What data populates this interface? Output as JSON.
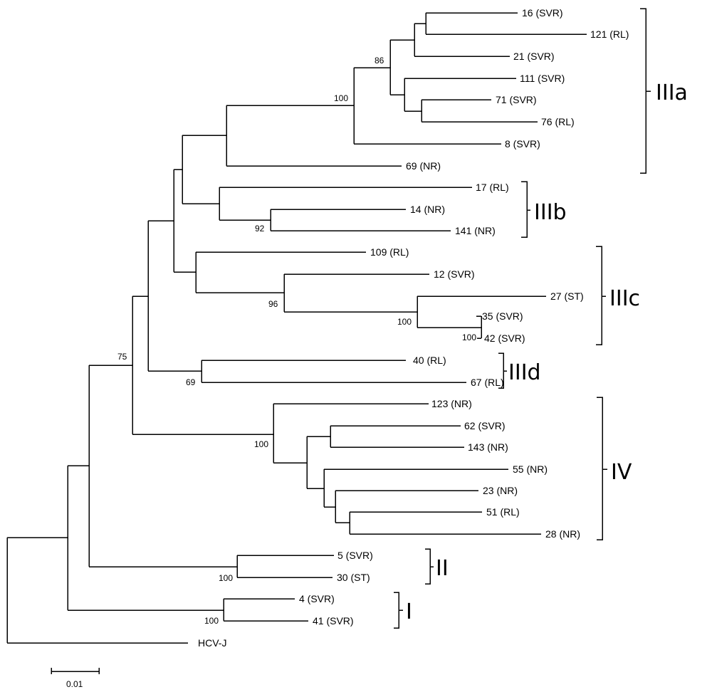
{
  "leaves": {
    "l16": "16 (SVR)",
    "l121": "121 (RL)",
    "l21": "21 (SVR)",
    "l111": "111 (SVR)",
    "l71": "71 (SVR)",
    "l76": "76 (RL)",
    "l8": "8 (SVR)",
    "l69": "69 (NR)",
    "l17": "17 (RL)",
    "l14": "14 (NR)",
    "l141": "141 (NR)",
    "l109": "109 (RL)",
    "l12": "12 (SVR)",
    "l27": "27 (ST)",
    "l35": "35 (SVR)",
    "l42": "42 (SVR)",
    "l40": "40 (RL)",
    "l67": "67 (RL)",
    "l123": "123 (NR)",
    "l62": "62 (SVR)",
    "l143": "143 (NR)",
    "l55": "55 (NR)",
    "l23": "23 (NR)",
    "l51": "51 (RL)",
    "l28": "28 (NR)",
    "l5": "5 (SVR)",
    "l30": "30 (ST)",
    "l4": "4 (SVR)",
    "l41": "41 (SVR)",
    "hcvj": "HCV-J"
  },
  "bootstrap": {
    "b86": "86",
    "b100_IIIa": "100",
    "b92": "92",
    "b96": "96",
    "b100_27": "100",
    "b100_35": "100",
    "b75": "75",
    "b69": "69",
    "b100_IV": "100",
    "b100_II": "100",
    "b100_I": "100"
  },
  "clades": {
    "IIIa": "IIIa",
    "IIIb": "IIIb",
    "IIIc": "IIIc",
    "IIId": "IIId",
    "IV": "IV",
    "II": "II",
    "I": "I"
  },
  "scale": {
    "label": "0.01"
  }
}
